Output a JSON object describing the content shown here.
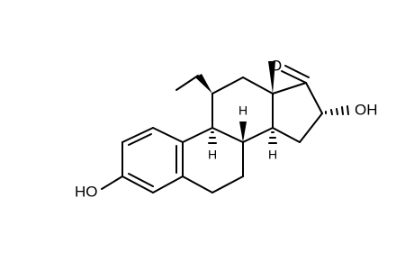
{
  "colors": {
    "background": "#ffffff",
    "ink": "#000000"
  },
  "labels": {
    "ketone_o": "O",
    "oh_right": "OH",
    "ho_left": "HO",
    "h_9": "H",
    "h_8": "H",
    "h_14": "H"
  },
  "stereo_bonds": {
    "ethyl_11": "wedge",
    "methyl_13": "wedge",
    "h_8": "wedge",
    "h_9": "hash",
    "h_14": "hash",
    "oh_16": "hash"
  }
}
